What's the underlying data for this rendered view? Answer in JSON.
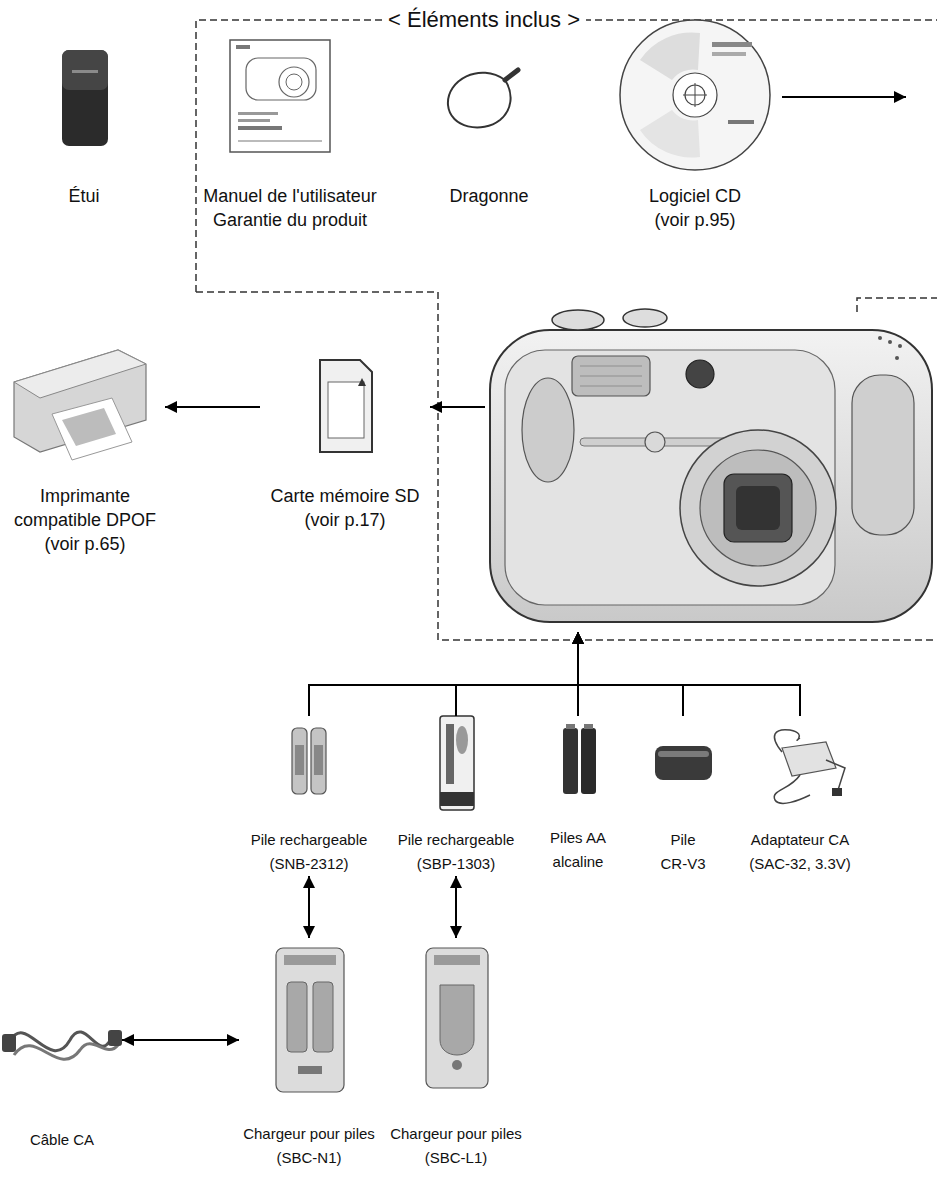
{
  "diagram": {
    "nodes": [
      {
        "text": [
          "Étui"
        ]
      },
      {
        "text": [
          "Manuel de l'utilisateur",
          "Garantie du produit"
        ]
      },
      {
        "text": [
          "Dragonne"
        ]
      },
      {
        "text": [
          "Logiciel CD (voir p.95)"
        ]
      },
      {
        "text": [
          "Imprimante compatible DPOF (voir p.65)"
        ]
      },
      {
        "text": [
          "Carte mémoire SD (voir p.17)"
        ]
      },
      {
        "text": []
      },
      {
        "text": [
          "Pile rechargeable (SNB-2312)"
        ]
      },
      {
        "text": [
          "Pile rechargeable (SBP-1303)"
        ]
      },
      {
        "text": [
          "Piles AA alcaline"
        ]
      },
      {
        "text": [
          "Pile CR-V3"
        ]
      },
      {
        "text": [
          "Adaptateur CA (SAC-32, 3.3V)"
        ]
      },
      {
        "text": [
          "Câble CA"
        ]
      },
      {
        "text": [
          "Chargeur pour piles (SBC-N1)"
        ]
      },
      {
        "text": [
          "Chargeur pour piles (SBC-L1)"
        ]
      }
    ],
    "edges": [
      {
        "from": 6,
        "to": 5,
        "arrow": "to"
      },
      {
        "from": 5,
        "to": 4,
        "arrow": "to"
      },
      {
        "from": 7,
        "to": 6,
        "arrow": "to"
      },
      {
        "from": 8,
        "to": 6,
        "arrow": "to"
      },
      {
        "from": 9,
        "to": 6,
        "arrow": "to"
      },
      {
        "from": 10,
        "to": 6,
        "arrow": "to"
      },
      {
        "from": 11,
        "to": 6,
        "arrow": "to"
      },
      {
        "from": 7,
        "to": 13,
        "arrow": "both"
      },
      {
        "from": 8,
        "to": 14,
        "arrow": "both"
      },
      {
        "from": 12,
        "to": 13,
        "arrow": "both"
      }
    ],
    "labels": [
      "< Éléments inclus >"
    ]
  }
}
